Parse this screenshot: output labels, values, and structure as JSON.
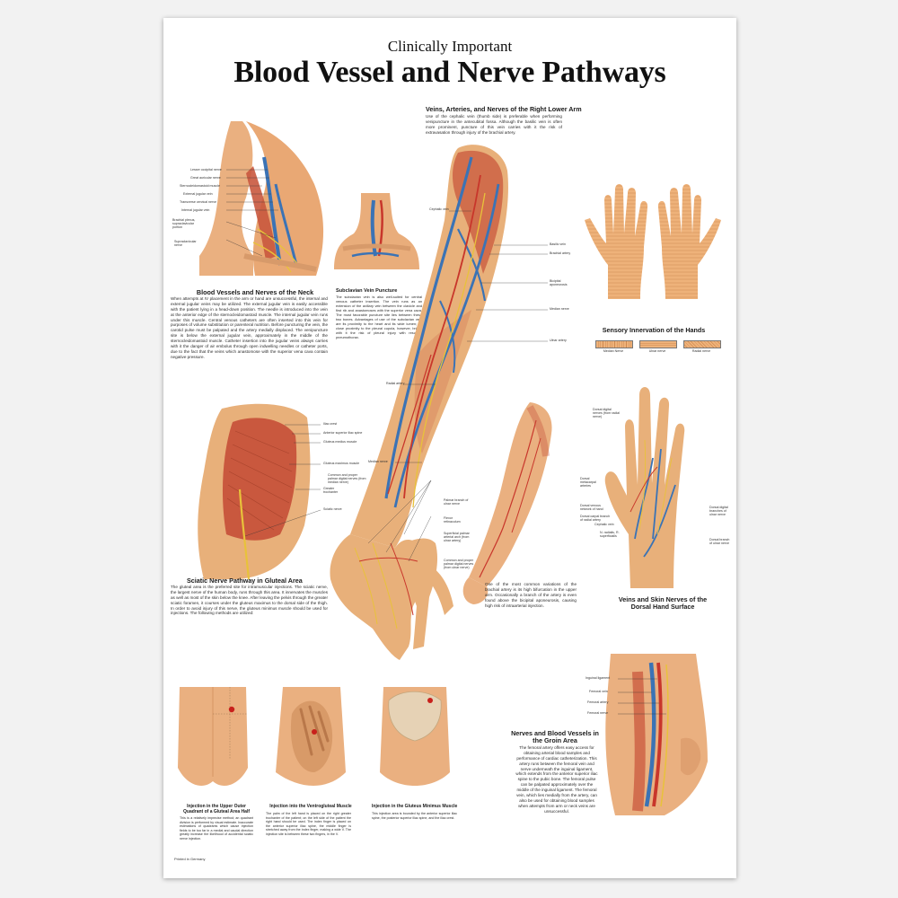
{
  "poster": {
    "eyebrow": "Clinically Important",
    "title": "Blood Vessel and Nerve Pathways",
    "footer": "Printed in Germany"
  },
  "sections": {
    "forearm": {
      "title": "Veins, Arteries, and Nerves of the Right Lower Arm",
      "text": "Use of the cephalic vein (thumb side) is preferable when performing venipuncture in the antecubital fossa. Although the basilic vein is often more prominent, puncture of this vein carries with it the risk of extravasation through injury of the brachial artery."
    },
    "neck": {
      "title": "Blood Vessels and Nerves of the Neck",
      "text": "When attempts at IV placement in the arm or hand are unsuccessful, the internal and external jugular veins may be utilized. The external jugular vein is easily accessible with the patient lying in a head-down position. The needle is introduced into the vein at the anterior edge of the sternocleidomastoid muscle. The internal jugular vein runs under this muscle. Central venous catheters are often inserted into this vein for purposes of volume substitution or parenteral nutrition. Before puncturing the vein, the carotid pulse must be palpated and the artery medially displaced. The venipuncture site is below the external jugular vein, approximately in the middle of the sternocleidomastoid muscle. Catheter insertion into the jugular veins always carries with it the danger of air embolus through open indwelling needles or catheter ports, due to the fact that the veins which anastomose with the superior vena cava contain negative pressure."
    },
    "subclavian": {
      "title": "Subclavian Vein Puncture",
      "text": "The subclavian vein is also well-suited for central venous catheter insertion. The vein runs as an extension of the axillary vein between the clavicle and first rib and anastomoses with the superior vena cava. The most favorable puncture site lies between these two bones. Advantages of use of the subclavian vein are its proximity to the heart and its wide lumen; its close proximity to the pleural cupola, however, brings with it the risk of pleural injury with resulting pneumothorax."
    },
    "hands": {
      "title": "Sensory Innervation of the Hands",
      "legend": [
        "Median Nerve",
        "Ulnar nerve",
        "Radial nerve"
      ]
    },
    "gluteal": {
      "title": "Sciatic Nerve Pathway in Gluteal Area",
      "text": "The gluteal area is the preferred site for intramuscular injections. The sciatic nerve, the largest nerve of the human body, runs through this area. It innervates the muscles as well as most of the skin below the knee. After leaving the pelvis through the greater sciatic foramen, it courses under the gluteus maximus to the dorsal side of the thigh. In order to avoid injury of this nerve, the gluteus minimus muscle should be used for injections. The following methods are utilized:"
    },
    "brachial_note": {
      "text": "One of the most common variations of the brachial artery is its high bifurcation in the upper arm. Occasionally a branch of the artery is even found above the bicipital aponeurosis, causing high risk of intraarterial injection."
    },
    "dorsal": {
      "title": "Veins and Skin Nerves of the Dorsal Hand Surface"
    },
    "groin": {
      "title": "Nerves and Blood Vessels in the Groin Area",
      "text": "The femoral artery offers easy access for obtaining arterial blood samples and performance of cardiac catheterization. This artery runs between the femoral vein and nerve underneath the inguinal ligament, which extends from the anterior superior iliac spine to the pubic bone. The femoral pulse can be palpated approximately over the middle of the inguinal ligament. The femoral vein, which lies medially from the artery, can also be used for obtaining blood samples when attempts from arm or neck veins are unsuccessful."
    },
    "inj1": {
      "title": "Injection in the Upper Outer Quadrant of a Gluteal Area Half",
      "text": "This is a relatively imprecise method; an quadrant division is performed by visual estimate. Inaccurate estimations of quadrants which cause injection fields to be too far in a medial and caudal direction greatly increase the likelihood of accidental sciatic nerve injection."
    },
    "inj2": {
      "title": "Injection into the Ventrogluteal Muscle",
      "text": "The palm of the left hand is placed on the right greater trochanter of the patient; on the left side of the patient the right hand should be used. The index finger is placed on the anterior superior iliac spine, the middle finger is stretched away from the index finger, making a wide V. The injection site is between these two fingers, in the V."
    },
    "inj3": {
      "title": "Injection in the Gluteus Minimus Muscle",
      "text": "This injection area is bounded by the anterior superior iliac spine, the posterior superior iliac spine, and the iliac crest."
    }
  },
  "labels": {
    "neck": [
      "Lesser occipital nerve",
      "Great auricular nerve",
      "Sternocleidomastoid muscle",
      "External jugular vein",
      "Transverse cervical nerve",
      "Internal jugular vein",
      "Brachial plexus, supraclavicular portion",
      "Supraclavicular nerve"
    ],
    "forearm": [
      "Cephalic vein",
      "Basilic vein",
      "Brachial artery",
      "Bicipital aponeurosis",
      "Median nerve",
      "Ulnar artery",
      "Radial artery",
      "Median nerve",
      "Common and proper palmar digital nerves (from median nerve)",
      "Palmar branch of ulnar nerve",
      "Flexor retinaculum",
      "Superficial palmar arterial arch (from ulnar artery)",
      "Common and proper palmar digital nerves (from ulnar nerve)"
    ],
    "gluteal": [
      "Iliac crest",
      "Anterior superior iliac spine",
      "Gluteus medius muscle",
      "Gluteus maximus muscle",
      "Greater trochanter",
      "Sciatic nerve"
    ],
    "dorsal": [
      "Dorsal digital nerves (from radial nerve)",
      "Dorsal metacarpal arteries",
      "Dorsal venous network of hand",
      "Dorsal carpal branch of radial artery",
      "Cephalic vein",
      "N. radialis, R. superficialis",
      "Dorsal digital branches of ulnar nerve",
      "Dorsal branch of ulnar nerve"
    ],
    "groin": [
      "Inguinal ligament",
      "Femoral vein",
      "Femoral artery",
      "Femoral nerve"
    ]
  },
  "colors": {
    "skin": "#e8b07a",
    "skin_dark": "#c98550",
    "muscle": "#c9583e",
    "vein": "#3b73b5",
    "artery": "#c8362b",
    "nerve": "#e8c23a"
  }
}
